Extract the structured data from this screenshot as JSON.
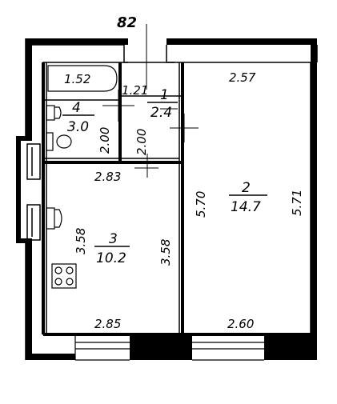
{
  "plan": {
    "id_label": "82",
    "rooms": [
      {
        "number": "1",
        "area": "2.4"
      },
      {
        "number": "2",
        "area": "14.7"
      },
      {
        "number": "3",
        "area": "10.2"
      },
      {
        "number": "4",
        "area": "3.0"
      }
    ],
    "dimensions": {
      "bath_width": "1.52",
      "hall_width": "1.21",
      "room2_top": "2.57",
      "bath_height": "2.00",
      "hall_height": "2.00",
      "kitchen_top": "2.83",
      "partition_height": "5.70",
      "room2_height": "5.71",
      "kitchen_left": "3.58",
      "kitchen_right": "3.58",
      "kitchen_bottom": "2.85",
      "room2_bottom": "2.60"
    }
  }
}
